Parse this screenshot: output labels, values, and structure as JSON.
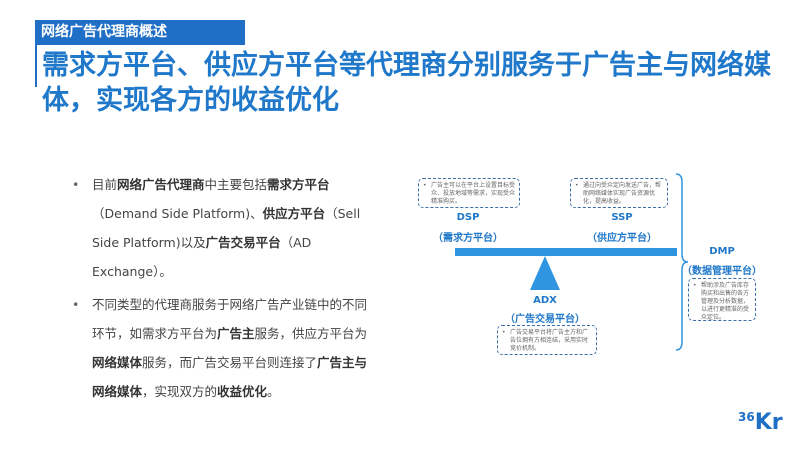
{
  "header": {
    "tag": "网络广告代理商概述",
    "title": "需求方平台、供应方平台等代理商分别服务于广告主与网络媒体，实现各方的收益优化"
  },
  "bullets": [
    [
      {
        "t": "目前"
      },
      {
        "t": "网络广告代理商",
        "b": true
      },
      {
        "t": "中主要包括"
      },
      {
        "t": "需求方平台",
        "b": true
      },
      {
        "t": "（Demand Side Platform)、"
      },
      {
        "t": "供应方平台",
        "b": true
      },
      {
        "t": "（Sell Side Platform)以及"
      },
      {
        "t": "广告交易平台",
        "b": true
      },
      {
        "t": "（AD Exchange）。"
      }
    ],
    [
      {
        "t": "不同类型的代理商服务于网络广告产业链中的不同环节，如需求方平台为"
      },
      {
        "t": "广告主",
        "b": true
      },
      {
        "t": "服务，供应方平台为"
      },
      {
        "t": "网络媒体",
        "b": true
      },
      {
        "t": "服务，而广告交易平台则连接了"
      },
      {
        "t": "广告主与网络媒体",
        "b": true
      },
      {
        "t": "，实现双方的"
      },
      {
        "t": "收益优化",
        "b": true
      },
      {
        "t": "。"
      }
    ]
  ],
  "diagram": {
    "dsp": {
      "name": "DSP",
      "cn": "（需求方平台）",
      "desc": "广告主可以在平台上设置目标受众、投放地域等需求，实现受众精准购买。"
    },
    "ssp": {
      "name": "SSP",
      "cn": "（供应方平台）",
      "desc": "通过向受众定向发送广告，帮助网络媒体实现广告资源优化，提高收益。"
    },
    "adx": {
      "name": "ADX",
      "cn": "（广告交易平台）",
      "desc": "广告交易平台将广告主方和广告位拥有方相连结，采用实时竞价机制。"
    },
    "dmp": {
      "name": "DMP",
      "cn": "（数据管理平台）",
      "desc": "帮助涉及广告库存购买和出售的各方管理及分析数据，以进行更精准的受众定位。"
    }
  },
  "logo": {
    "text": "36Kr"
  },
  "colors": {
    "brand": "#1f6fc6",
    "accent": "#2f95e0"
  }
}
